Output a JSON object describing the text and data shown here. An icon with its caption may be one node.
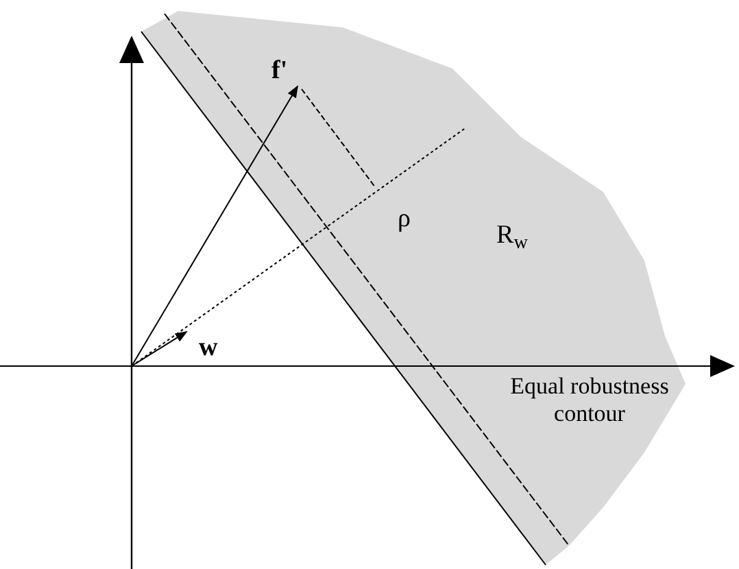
{
  "diagram": {
    "labels": [
      "f'",
      "ρ",
      "R$_{w}$",
      "w",
      "Equal robustness contour"
    ]
  }
}
